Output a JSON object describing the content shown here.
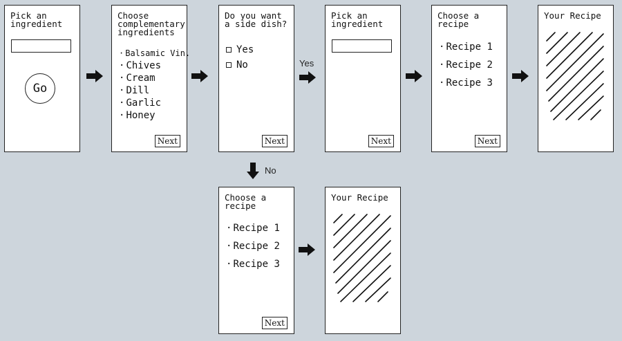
{
  "screens": {
    "s1": {
      "title": "Pick an\ningredient",
      "go_label": "Go"
    },
    "s2": {
      "title": "Choose\ncomplementary\ningredients",
      "ingredients": [
        "Balsamic Vin.",
        "Chives",
        "Cream",
        "Dill",
        "Garlic",
        "Honey"
      ],
      "next_label": "Next"
    },
    "s3": {
      "title": "Do you want\na side dish?",
      "options": [
        "Yes",
        "No"
      ],
      "next_label": "Next"
    },
    "s4": {
      "title": "Pick an\ningredient",
      "next_label": "Next"
    },
    "s5": {
      "title": "Choose a\nrecipe",
      "recipes": [
        "Recipe 1",
        "Recipe 2",
        "Recipe 3"
      ],
      "next_label": "Next"
    },
    "s6": {
      "title": "Your Recipe"
    },
    "s7": {
      "title": "Choose a\nrecipe",
      "recipes": [
        "Recipe 1",
        "Recipe 2",
        "Recipe 3"
      ],
      "next_label": "Next"
    },
    "s8": {
      "title": "Your Recipe"
    }
  },
  "branches": {
    "yes": "Yes",
    "no": "No"
  },
  "colors": {
    "background": "#cdd5dc",
    "ink": "#111111",
    "card": "#ffffff"
  }
}
